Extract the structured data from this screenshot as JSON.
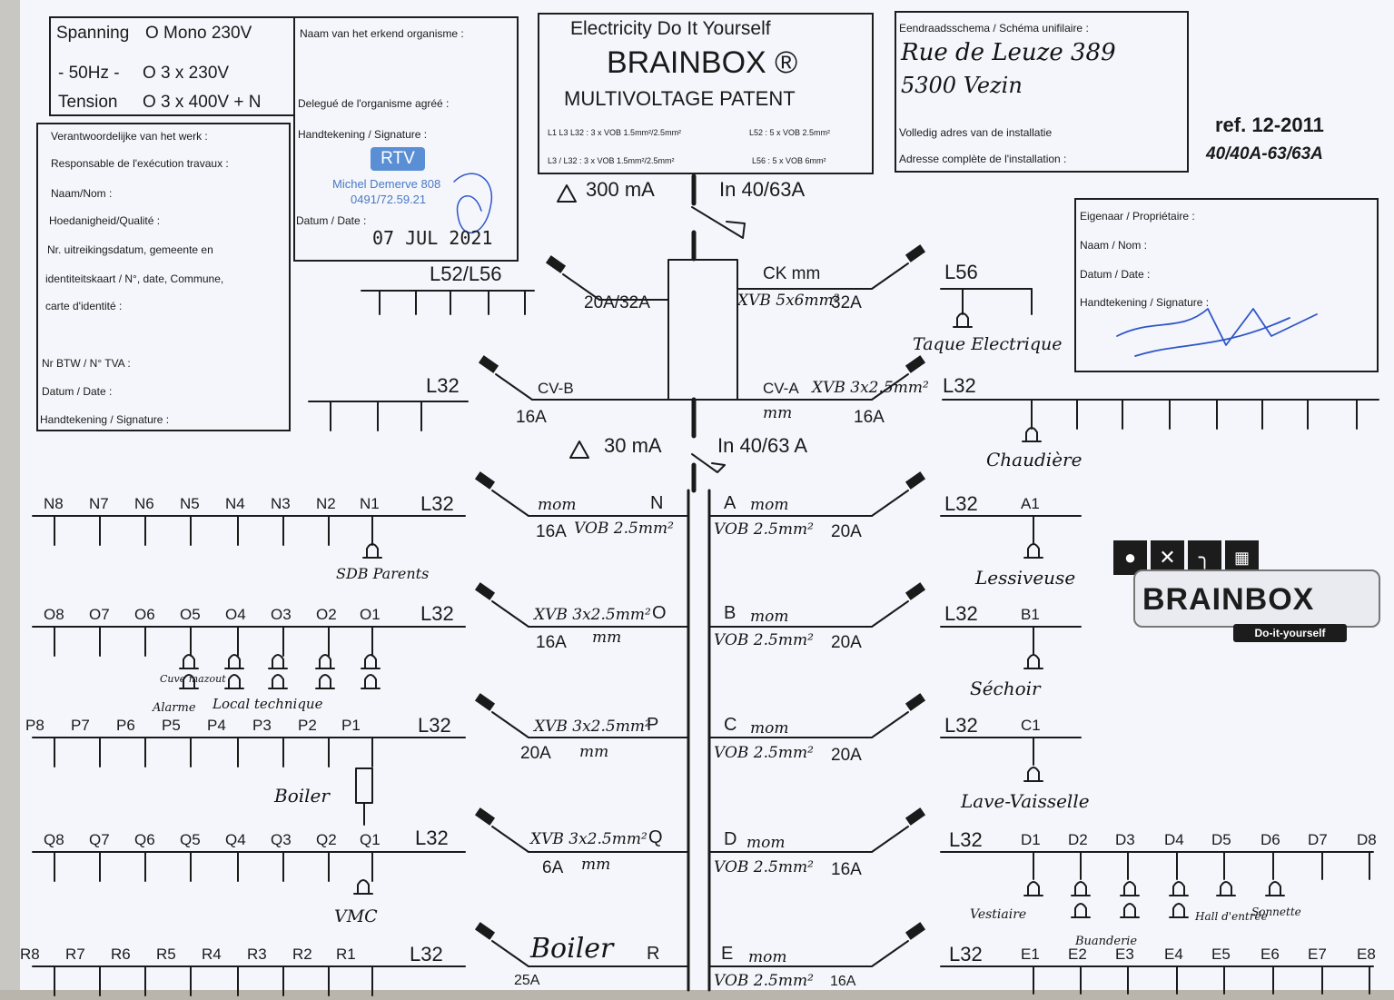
{
  "colors": {
    "paper": "#f4f6fb",
    "ink": "#1a1a1a",
    "pen": "#141414",
    "stamp_blue": "#5a8fd6",
    "signature_blue": "#2e55c9"
  },
  "header": {
    "voltage_labels": [
      "Spanning",
      "- 50Hz -",
      "Tension"
    ],
    "voltage_options": [
      "O Mono 230V",
      "O 3 x 230V",
      "O 3 x 400V + N"
    ],
    "organism": {
      "name_label": "Naam van het erkend organisme :",
      "delegate_label": "Delegué de l'organisme agréé :",
      "signature_label": "Handtekening / Signature :",
      "stamp_logo": "RTV",
      "stamp_name": "Michel Demerve 808",
      "stamp_phone": "0491/72.59.21",
      "date_label": "Datum / Date :",
      "date_value": "07 JUL 2021"
    },
    "responsible": {
      "lines": [
        "Verantwoordelijke van het werk :",
        "Responsable de l'exécution travaux :",
        "Naam/Nom :",
        "Hoedanigheid/Qualité :",
        "Nr. uitreikingsdatum, gemeente en",
        "identiteitskaart / N°, date, Commune,",
        "carte d'identité :",
        "Nr BTW / N° TVA :",
        "Datum / Date :",
        "Handtekening / Signature :"
      ]
    },
    "title": {
      "line1": "Electricity Do It Yourself",
      "brand": "BRAINBOX ®",
      "line3": "MULTIVOLTAGE PATENT",
      "legend1": "L1 L3 L32 : 3 x VOB 1.5mm²/2.5mm²",
      "legend2": "L52 : 5 x VOB 2.5mm²",
      "legend3": "L3 / L32 : 3 x VOB 1.5mm²/2.5mm²",
      "legend4": "L56 : 5 x VOB 6mm²"
    },
    "address": {
      "heading": "Eendraadsschema / Schéma unifilaire :",
      "line1": "Rue de Leuze 389",
      "line2": "5300 Vezin",
      "label_nl": "Volledig adres van de installatie",
      "label_fr": "Adresse complète de l'installation :"
    },
    "ref": "ref. 12-2011",
    "ref_sub": "40/40A-63/63A",
    "owner": {
      "lines": [
        "Eigenaar / Propriétaire :",
        "Naam / Nom :",
        "Datum / Date :",
        "Handtekening / Signature :"
      ]
    }
  },
  "main": {
    "rcd1_sens": "300 mA",
    "rcd1_rating": "In 40/63A",
    "rcd2_sens": "30 mA",
    "rcd2_rating": "In 40/63 A"
  },
  "top": {
    "l52": "L52/L56",
    "l52_rating": "20A/32A",
    "ck": "CK mm",
    "ck_cable": "XVB 5x6mm²",
    "ck_rating": "32A",
    "l56": "L56",
    "l56_load": "Taque Electrique",
    "cvb": "CV-B",
    "cvb_rating": "16A",
    "cvb_bus": "L32",
    "cva": "CV-A",
    "cva_cable": "XVB 3x2.5mm²",
    "cva_mm": "mm",
    "cva_rating": "16A",
    "cva_bus": "L32",
    "chaudiere": "Chaudière"
  },
  "left_buses": [
    {
      "letter": "N",
      "labels": [
        "N8",
        "N7",
        "N6",
        "N5",
        "N4",
        "N3",
        "N2",
        "N1"
      ],
      "bus": "L32",
      "cable": "VOB 2.5mm²",
      "marks": "mom",
      "rating": "16A",
      "load": "SDB Parents"
    },
    {
      "letter": "O",
      "labels": [
        "O8",
        "O7",
        "O6",
        "O5",
        "O4",
        "O3",
        "O2",
        "O1"
      ],
      "bus": "L32",
      "cable": "XVB 3x2.5mm²",
      "marks": "mm",
      "rating": "16A",
      "loads": [
        "Cuve mazout",
        "Alarme",
        "Local technique"
      ]
    },
    {
      "letter": "P",
      "labels": [
        "P8",
        "P7",
        "P6",
        "P5",
        "P4",
        "P3",
        "P2",
        "P1"
      ],
      "bus": "L32",
      "cable": "XVB 3x2.5mm²",
      "marks": "mm",
      "rating": "20A",
      "load": "Boiler"
    },
    {
      "letter": "Q",
      "labels": [
        "Q8",
        "Q7",
        "Q6",
        "Q5",
        "Q4",
        "Q3",
        "Q2",
        "Q1"
      ],
      "bus": "L32",
      "cable": "XVB 3x2.5mm²",
      "marks": "mm",
      "rating": "6A",
      "load": "VMC"
    },
    {
      "letter": "R",
      "labels": [
        "R8",
        "R7",
        "R6",
        "R5",
        "R4",
        "R3",
        "R2",
        "R1"
      ],
      "bus": "L32",
      "cable": "",
      "marks": "",
      "rating": "25A",
      "load": "Boiler"
    }
  ],
  "right_buses": [
    {
      "letter": "A",
      "labels": [
        "A1"
      ],
      "bus": "L32",
      "cable": "VOB 2.5mm²",
      "marks": "mom",
      "rating": "20A",
      "load": "Lessiveuse"
    },
    {
      "letter": "B",
      "labels": [
        "B1"
      ],
      "bus": "L32",
      "cable": "VOB 2.5mm²",
      "marks": "mom",
      "rating": "20A",
      "load": "Séchoir"
    },
    {
      "letter": "C",
      "labels": [
        "C1"
      ],
      "bus": "L32",
      "cable": "VOB 2.5mm²",
      "marks": "mom",
      "rating": "20A",
      "load": "Lave-Vaisselle"
    },
    {
      "letter": "D",
      "labels": [
        "D1",
        "D2",
        "D3",
        "D4",
        "D5",
        "D6",
        "D7",
        "D8"
      ],
      "bus": "L32",
      "cable": "VOB 2.5mm²",
      "marks": "mom",
      "rating": "16A",
      "loads": [
        "Vestiaire",
        "Buanderie",
        "Hall d'entrée",
        "Sonnette"
      ]
    },
    {
      "letter": "E",
      "labels": [
        "E1",
        "E2",
        "E3",
        "E4",
        "E5",
        "E6",
        "E7",
        "E8"
      ],
      "bus": "L32",
      "cable": "VOB 2.5mm²",
      "marks": "mom",
      "rating": "16A"
    }
  ],
  "logo": {
    "name": "BRAINBOX",
    "tagline": "Do-it-yourself",
    "icons": [
      "bulb-icon",
      "tools-icon",
      "tap-icon",
      "radiator-icon"
    ]
  }
}
